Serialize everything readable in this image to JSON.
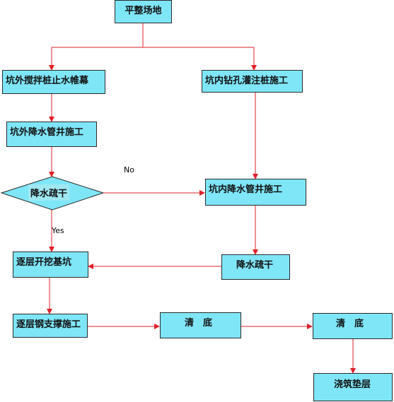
{
  "nodes": {
    "site_leveling": "平整场地",
    "outer_mixing_pile": "坑外搅拌桩止水帷幕",
    "inner_bored_pile": "坑内钻孔灌注桩施工",
    "outer_dewatering_well": "坑外降水管井施工",
    "decision_dewatering": "降水疏干",
    "inner_dewatering_well": "坑内降水管井施工",
    "dewatering_drain": "降水疏干",
    "layered_excavation": "逐层开挖基坑",
    "steel_support": "逐层钢支撑施工",
    "clear_bottom_1": "清　底",
    "clear_bottom_2": "清　底",
    "pour_cushion": "浇筑垫层"
  },
  "edges": {
    "no_label": "No",
    "yes_label": "Yes"
  },
  "colors": {
    "box_fill": "#7fe6f8",
    "line": "#e0202a",
    "diamond_fill": "#7fe6f8"
  }
}
